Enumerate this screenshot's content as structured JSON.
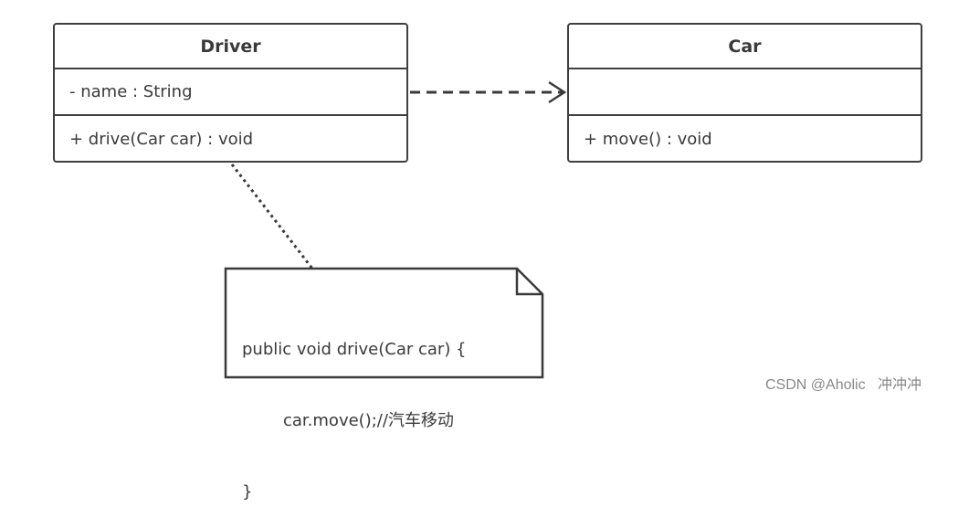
{
  "classes": {
    "driver": {
      "name": "Driver",
      "attributes": [
        "- name : String"
      ],
      "operations": [
        "+ drive(Car car) : void"
      ]
    },
    "car": {
      "name": "Car",
      "attributes": [],
      "operations": [
        "+ move() : void"
      ]
    }
  },
  "relationship": {
    "type": "dependency",
    "from": "Driver",
    "to": "Car"
  },
  "note": {
    "lines": [
      "public void drive(Car car) {",
      "car.move();//汽车移动",
      "}"
    ]
  },
  "watermark": "CSDN @Aholic   冲冲冲",
  "colors": {
    "border": "#3f3f3f",
    "text": "#3a3a3a",
    "watermark": "#888888"
  }
}
